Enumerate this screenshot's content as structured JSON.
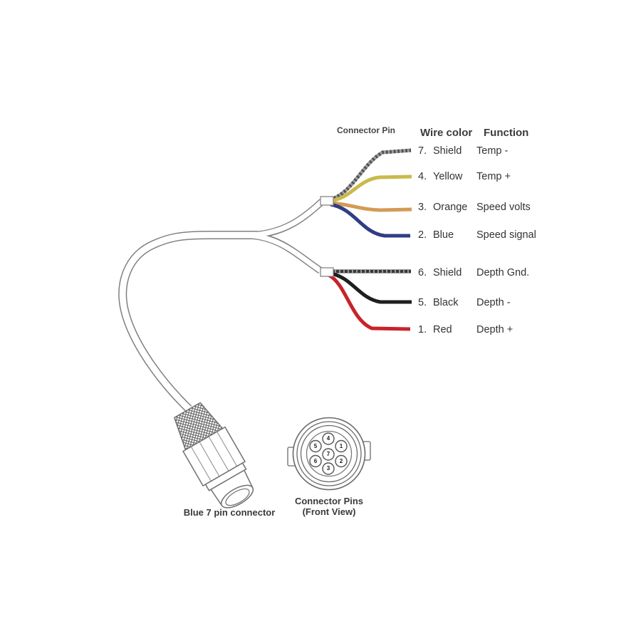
{
  "legend": {
    "connector_pin_header": "Connector Pin",
    "wire_color_header": "Wire color",
    "function_header": "Function"
  },
  "wires": [
    {
      "pin": "7.",
      "color_name": "Shield",
      "function": "Temp -",
      "color_hex": "#9b9b9b",
      "braided": true
    },
    {
      "pin": "4.",
      "color_name": "Yellow",
      "function": "Temp +",
      "color_hex": "#c9ba4b",
      "braided": false
    },
    {
      "pin": "3.",
      "color_name": "Orange",
      "function": "Speed volts",
      "color_hex": "#d49a55",
      "braided": false
    },
    {
      "pin": "2.",
      "color_name": "Blue",
      "function": "Speed signal",
      "color_hex": "#303d85",
      "braided": false
    },
    {
      "pin": "6.",
      "color_name": "Shield",
      "function": "Depth Gnd.",
      "color_hex": "#383838",
      "braided": true
    },
    {
      "pin": "5.",
      "color_name": "Black",
      "function": "Depth -",
      "color_hex": "#1f1f1f",
      "braided": false
    },
    {
      "pin": "1.",
      "color_name": "Red",
      "function": "Depth +",
      "color_hex": "#c8232a",
      "braided": false
    }
  ],
  "connector_label": "Blue 7 pin connector",
  "pin_view": {
    "caption_line1": "Connector Pins",
    "caption_line2": "(Front View)",
    "pins": [
      "4",
      "1",
      "2",
      "3",
      "6",
      "5",
      "7"
    ]
  },
  "colors": {
    "cable_outline": "#808080",
    "text": "#3b3b3b"
  }
}
